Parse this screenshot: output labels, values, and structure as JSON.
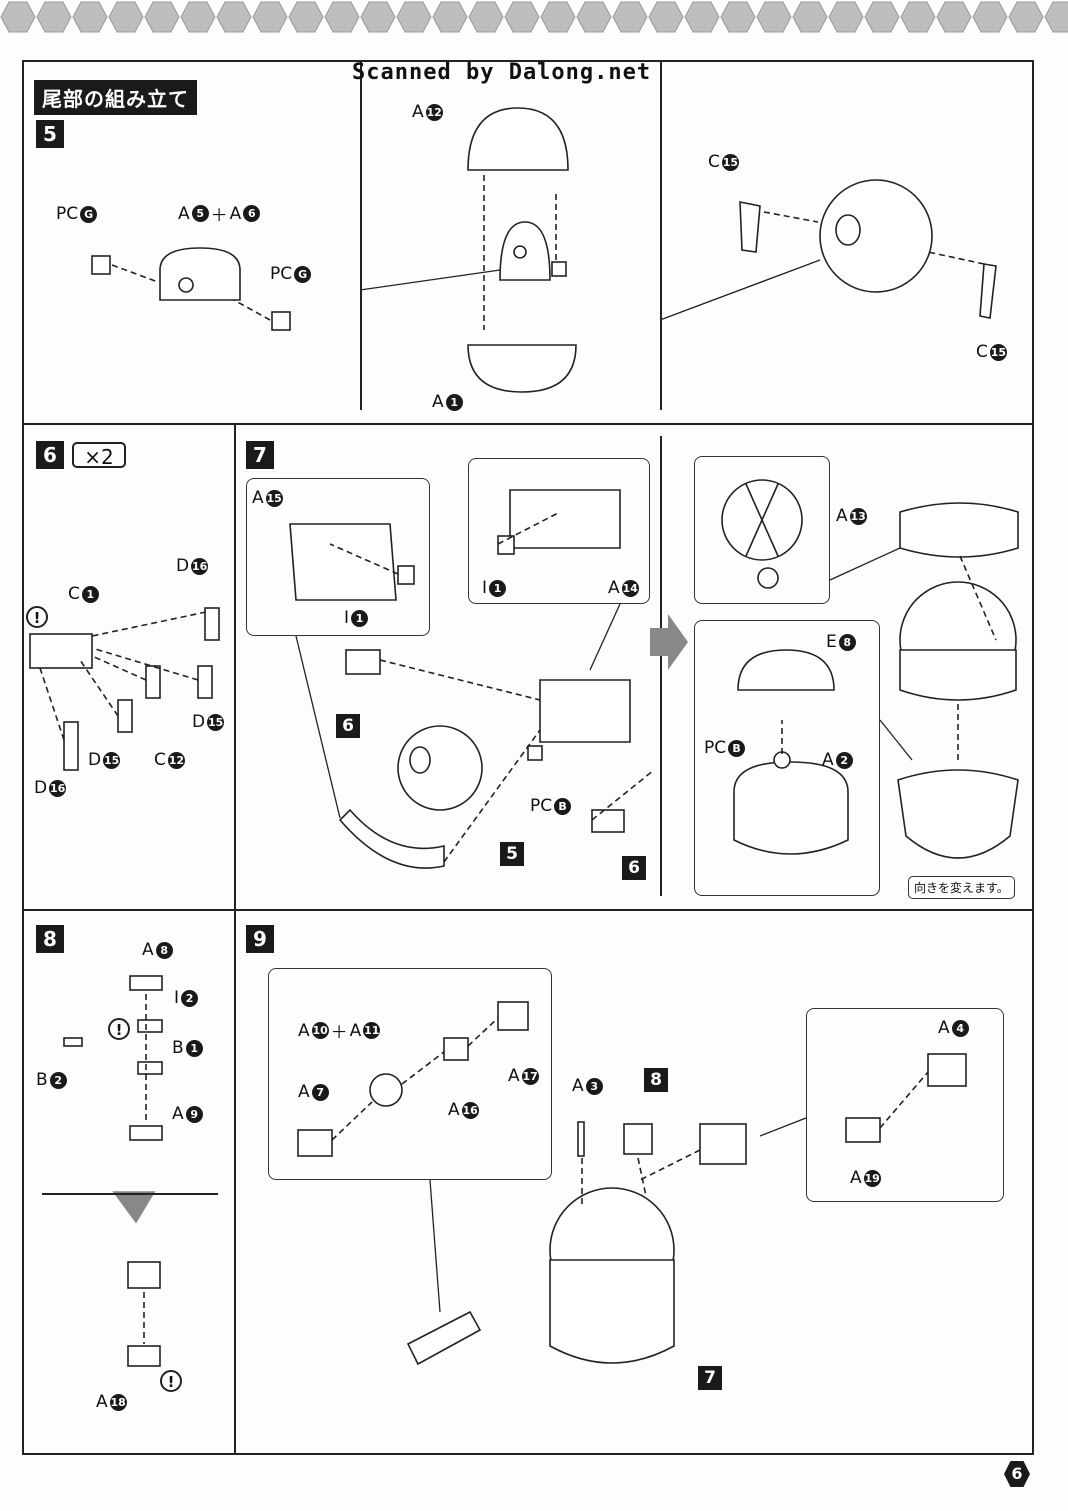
{
  "header": {
    "section_title": "尾部の組み立て",
    "scan_credit": "Scanned by Dalong.net",
    "page_number": "6"
  },
  "steps": {
    "s5": "5",
    "s6": "6",
    "s6_mult": "×2",
    "s7": "7",
    "s8": "8",
    "s9": "9"
  },
  "step5": {
    "pcg_left": {
      "t": "PC",
      "n": "G"
    },
    "a5a6": {
      "t1": "A",
      "n1": "5",
      "plus": "＋",
      "t2": "A",
      "n2": "6"
    },
    "pcg_right": {
      "t": "PC",
      "n": "G"
    },
    "a12": {
      "t": "A",
      "n": "12"
    },
    "a1": {
      "t": "A",
      "n": "1"
    },
    "c15_top": {
      "t": "C",
      "n": "15"
    },
    "c15_bottom": {
      "t": "C",
      "n": "15"
    }
  },
  "step6": {
    "c1": {
      "t": "C",
      "n": "1"
    },
    "d16_top": {
      "t": "D",
      "n": "16"
    },
    "d15_right": {
      "t": "D",
      "n": "15"
    },
    "d15_left": {
      "t": "D",
      "n": "15"
    },
    "c12": {
      "t": "C",
      "n": "12"
    },
    "d16_bottom": {
      "t": "D",
      "n": "16"
    }
  },
  "step7": {
    "a15": {
      "t": "A",
      "n": "15"
    },
    "i1_left": {
      "t": "I",
      "n": "1"
    },
    "i1_right": {
      "t": "I",
      "n": "1"
    },
    "a14": {
      "t": "A",
      "n": "14"
    },
    "ref6_a": "6",
    "ref6_b": "6",
    "ref5": "5",
    "pcb": {
      "t": "PC",
      "n": "B"
    },
    "a13": {
      "t": "A",
      "n": "13"
    },
    "e8": {
      "t": "E",
      "n": "8"
    },
    "pcb2": {
      "t": "PC",
      "n": "B"
    },
    "a2": {
      "t": "A",
      "n": "2"
    },
    "note": "向きを変えます。"
  },
  "step8": {
    "a8": {
      "t": "A",
      "n": "8"
    },
    "i2": {
      "t": "I",
      "n": "2"
    },
    "b1": {
      "t": "B",
      "n": "1"
    },
    "b2": {
      "t": "B",
      "n": "2"
    },
    "a9": {
      "t": "A",
      "n": "9"
    },
    "a18": {
      "t": "A",
      "n": "18"
    }
  },
  "step9": {
    "a10a11": {
      "t1": "A",
      "n1": "10",
      "plus": "＋",
      "t2": "A",
      "n2": "11"
    },
    "a7": {
      "t": "A",
      "n": "7"
    },
    "a16": {
      "t": "A",
      "n": "16"
    },
    "a17": {
      "t": "A",
      "n": "17"
    },
    "a3": {
      "t": "A",
      "n": "3"
    },
    "ref8": "8",
    "a4": {
      "t": "A",
      "n": "4"
    },
    "a19": {
      "t": "A",
      "n": "19"
    },
    "ref7": "7"
  },
  "icons": [
    "hexagon-pattern",
    "exclamation-icon",
    "arrow-right-icon",
    "arrow-down-icon"
  ],
  "colors": {
    "ink": "#1a1a1a",
    "paper": "#fdfdfd",
    "hex_gray": "#bdbdbd"
  }
}
